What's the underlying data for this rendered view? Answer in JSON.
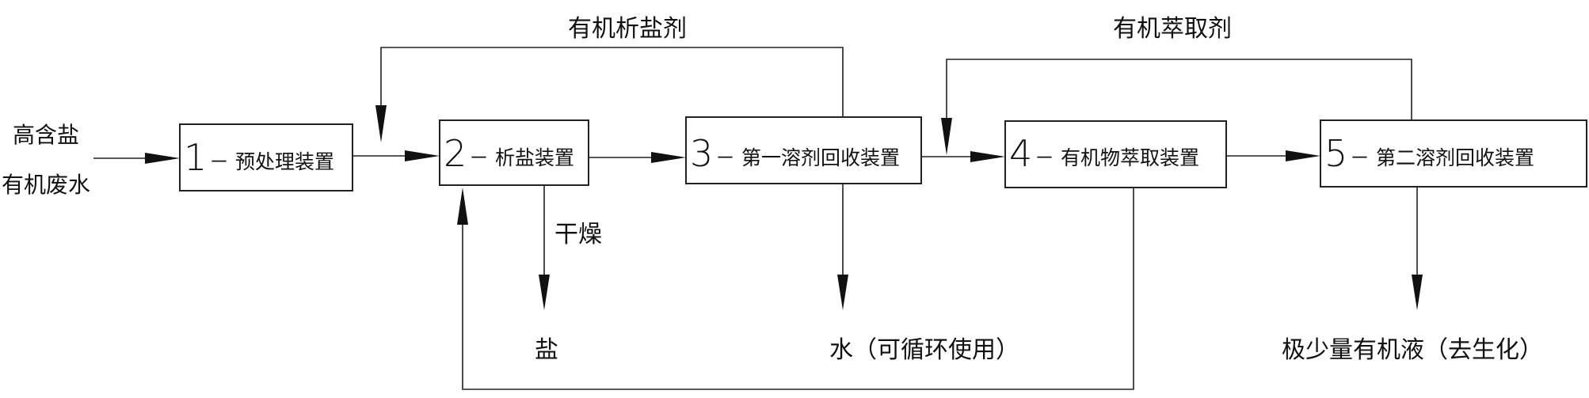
{
  "input": {
    "line1": "高含盐",
    "line2": "有机废水"
  },
  "boxes": [
    {
      "num": "1",
      "label": "－ 预处理装置"
    },
    {
      "num": "2",
      "label": "－ 析盐装置"
    },
    {
      "num": "3",
      "label": "－ 第一溶剂回收装置"
    },
    {
      "num": "4",
      "label": "－ 有机物萃取装置"
    },
    {
      "num": "5",
      "label": "－ 第二溶剂回收装置"
    }
  ],
  "recycle_labels": {
    "salting_agent": "有机析盐剂",
    "extraction_agent": "有机萃取剂"
  },
  "side_labels": {
    "dry": "干燥"
  },
  "outputs": {
    "salt": "盐",
    "water": "水（可循环使用）",
    "organic_liquid": "极少量有机液（去生化）"
  }
}
